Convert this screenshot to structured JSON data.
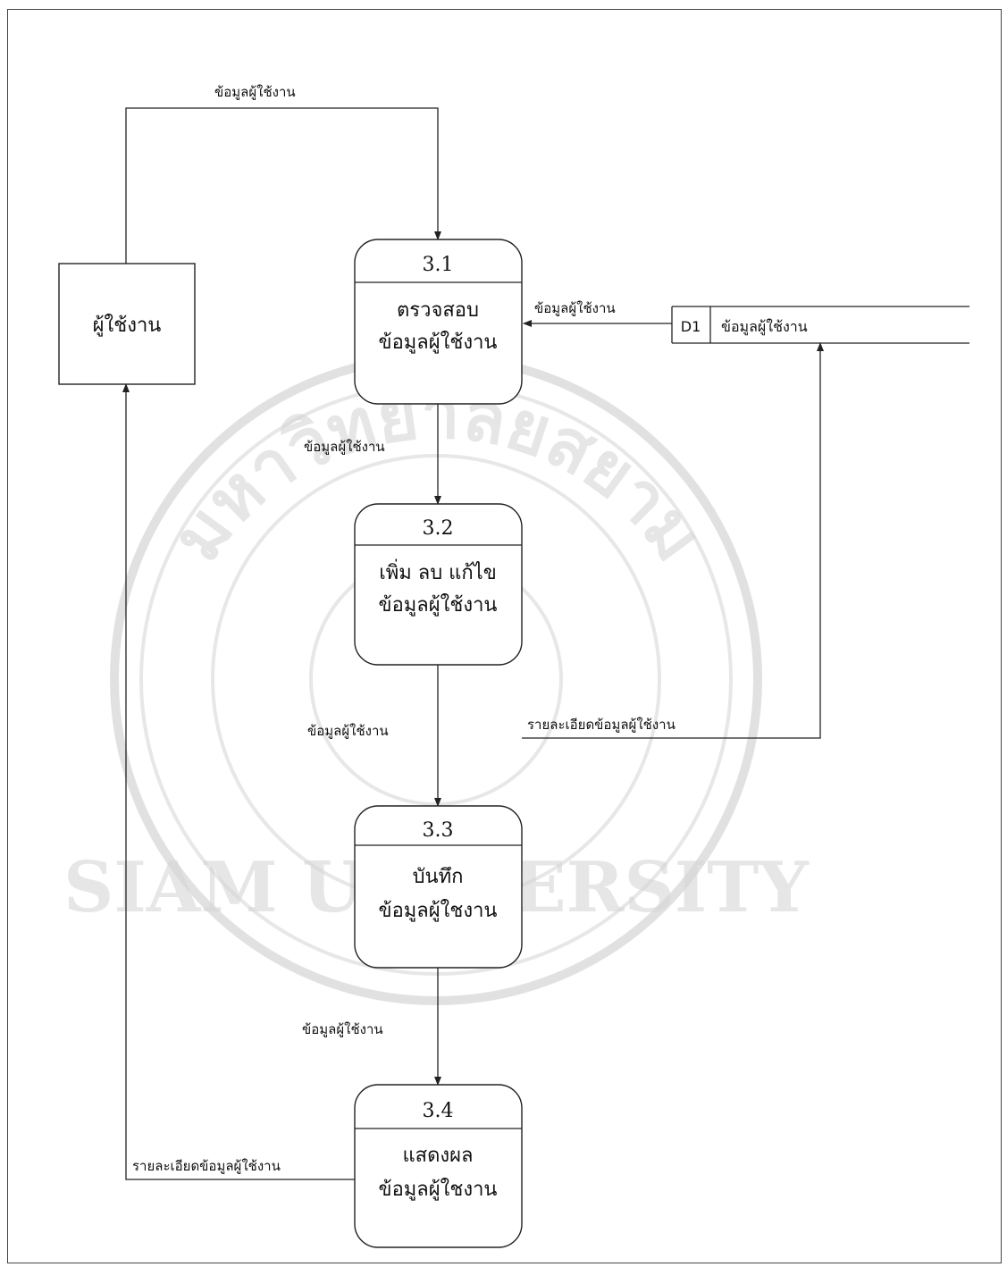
{
  "external_entity": {
    "name": "ผู้ใช้งาน"
  },
  "processes": [
    {
      "id": "3.1",
      "line1": "ตรวจสอบ",
      "line2": "ข้อมูลผู้ใช้งาน"
    },
    {
      "id": "3.2",
      "line1": "เพิ่ม ลบ แก้ไข",
      "line2": "ข้อมูลผู้ใช้งาน"
    },
    {
      "id": "3.3",
      "line1": "บันทึก",
      "line2": "ข้อมูลผู้ใชงาน"
    },
    {
      "id": "3.4",
      "line1": "แสดงผล",
      "line2": "ข้อมูลผู้ใชงาน"
    }
  ],
  "data_store": {
    "id": "D1",
    "name": "ข้อมูลผู้ใช้งาน"
  },
  "flows": {
    "entity_to_p31": "ข้อมูลผู้ใช้งาน",
    "store_to_p31": "ข้อมูลผู้ใช้งาน",
    "p31_to_p32": "ข้อมูลผู้ใช้งาน",
    "p32_to_p33": "ข้อมูลผู้ใช้งาน",
    "p33_to_store": "รายละเอียดข้อมูลผู้ใช้งาน",
    "p33_to_p34": "ข้อมูลผู้ใช้งาน",
    "p34_to_entity": "รายละเอียดข้อมูลผู้ใช้งาน"
  },
  "watermark": {
    "top_text": "มหาวิทยาลัยสยาม",
    "bottom_text": "SIAM UNIVERSITY"
  }
}
